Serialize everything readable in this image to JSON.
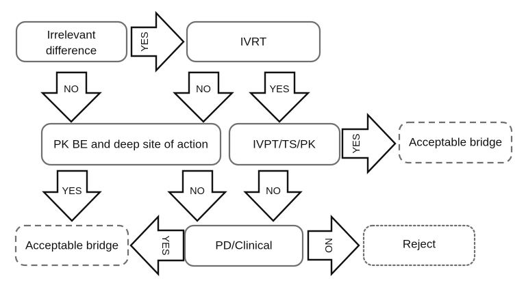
{
  "nodes": {
    "irrelevant_line1": "Irrelevant",
    "irrelevant_line2": "difference",
    "ivrt": "IVRT",
    "pk_be": "PK BE and deep site of action",
    "ivpt": "IVPT/TS/PK",
    "acceptable_right": "Acceptable bridge",
    "pd_clinical": "PD/Clinical",
    "acceptable_left": "Acceptable bridge",
    "reject": "Reject"
  },
  "arrows": {
    "irrelevant_to_ivrt": "YES",
    "irrelevant_to_pkbe": "NO",
    "ivrt_to_pkbe": "NO",
    "ivrt_to_ivpt": "YES",
    "ivpt_to_acceptable": "YES",
    "pkbe_to_acceptable": "YES",
    "pkbe_to_pd": "NO",
    "ivpt_to_pd": "NO",
    "pd_to_acceptable": "YES",
    "pd_to_reject": "NO"
  },
  "colors": {
    "box_stroke": "#6f6f6f",
    "arrow_stroke": "#111111",
    "text": "#111111"
  }
}
